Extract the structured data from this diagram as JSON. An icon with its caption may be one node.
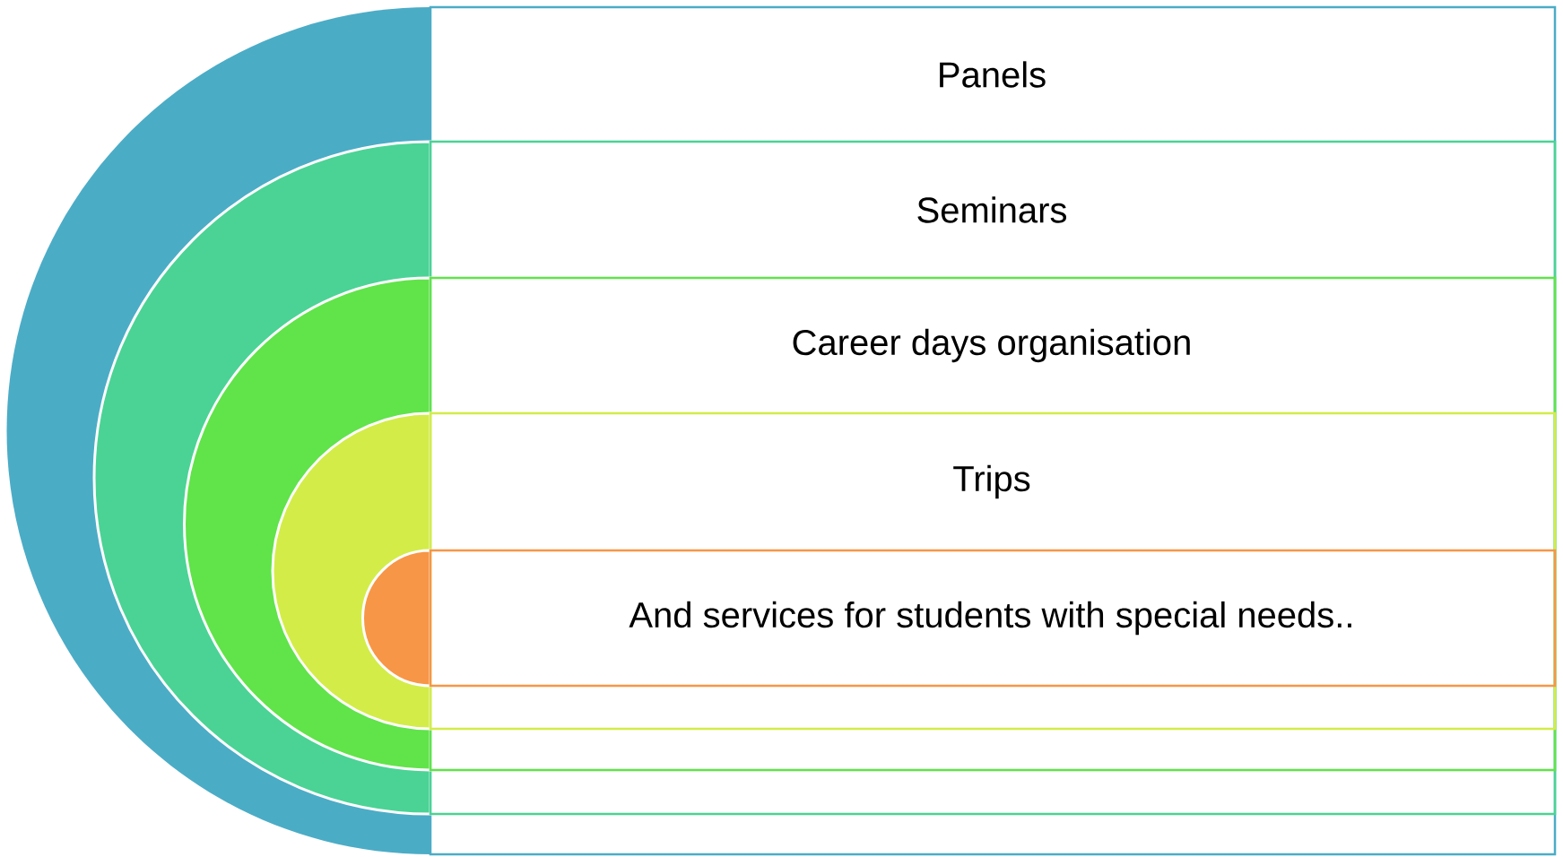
{
  "diagram": {
    "nodes": [
      {
        "text": [
          "Panels"
        ]
      },
      {
        "text": [
          "Seminars"
        ],
        "in": 0
      },
      {
        "text": [
          "Career days organisation"
        ],
        "in": 1
      },
      {
        "text": [
          "Trips"
        ],
        "in": 2
      },
      {
        "text": [
          "And services for students with special needs.."
        ],
        "in": 3
      }
    ]
  }
}
